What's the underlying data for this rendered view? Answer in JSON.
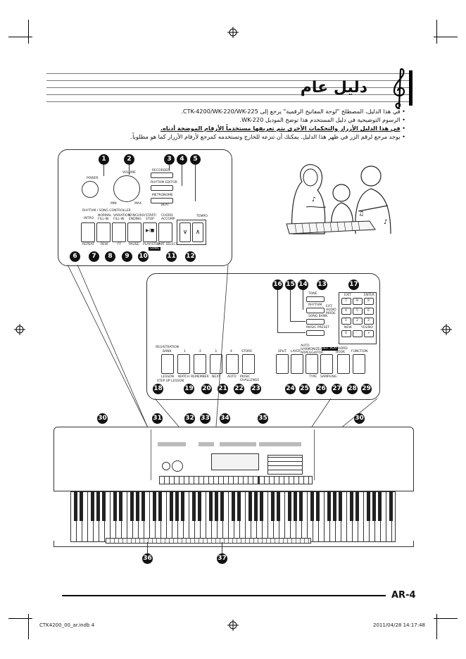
{
  "header": {
    "title": "دليل عام",
    "bullets": [
      "في هذا الدليل، المصطلح \"لوحة المفاتيح الرقمية\" يرجع إلى CTK-4200/WK-220/WK-225.",
      "الرسوم التوضيحية في دليل المستخدم هذا توضح الموديل WK-220.",
      "في هذا الدليل الأزرار والتحكمات الأخرى يتم تعريفها مستخدماً الأرقام الموضحة أدناه.",
      "يوجد مرجع لرقم الزر في ظهر هذا الدليل. يمكنك أن تنزعه للخارج وتستخدمه كمرجع لأرقام الأزرار كما هو مطلوباً."
    ]
  },
  "panel1": {
    "badges": [
      "1",
      "2",
      "3",
      "4",
      "5",
      "6",
      "7",
      "8",
      "9",
      "10",
      "11",
      "12"
    ],
    "labels": {
      "power": "POWER",
      "volume": "VOLUME",
      "min": "MIN",
      "max": "MAX",
      "record": "RECORDER",
      "rhythm_editor": "RHYTHM EDITOR",
      "metronome": "METRONOME",
      "beat": "BEAT",
      "rhythm_song": "RHYTHM / SONG CONTROLLER",
      "tempo": "TEMPO",
      "intro": "INTRO",
      "normal_fill": "NORMAL FILL-IN",
      "variation_fill": "VARIATION FILL-IN",
      "synchro_ending": "SYNCHRO/ ENDING",
      "start_stop": "START/ STOP",
      "chord_accomp": "CHORD ACCOMP",
      "repeat": "REPEAT",
      "rew": "REW",
      "ff": "FF",
      "pause": "PAUSE",
      "play_stop": "PLAY/STOP",
      "part_select": "PART SELECT",
      "song": "SONG"
    }
  },
  "panel2": {
    "badges_top": [
      "16",
      "15",
      "14",
      "13",
      "17"
    ],
    "badges_bottom": [
      "18",
      "19",
      "20",
      "21",
      "22",
      "23",
      "24",
      "25",
      "26",
      "27",
      "28",
      "29"
    ],
    "labels": {
      "tone": "TONE",
      "rhythm": "RHYTHM",
      "song_bank": "SONG BANK",
      "music_preset": "MUSIC PRESET",
      "ext_audio": "EXT. AUDIO MODE",
      "registration": "REGISTRATION",
      "bank": "BANK",
      "n1": "1",
      "n2": "2",
      "n3": "3",
      "n4": "4",
      "store": "STORE",
      "split": "SPLIT",
      "layer": "LAYER",
      "autoharmonize": "AUTO HARMONIZE/ ARPEGGIATOR",
      "sampling": "SAMPLING",
      "chord_book": "CHORD BOOK",
      "function": "FUNCTION",
      "lesson": "LESSON",
      "step_up_lesson": "STEP UP LESSON",
      "watch": "WATCH",
      "remember": "REMEMBER",
      "next": "NEXT",
      "auto": "AUTO",
      "music_challenge": "MUSIC CHALLENGE",
      "type": "TYPE",
      "rec_play": "REC PLAY",
      "keypad_labels": [
        "EXIT",
        "ENTER",
        "7",
        "8",
        "9",
        "4",
        "5",
        "6",
        "1",
        "2",
        "3",
        "0",
        "NEW",
        "YES/NO",
        "-",
        "+"
      ]
    }
  },
  "overview": {
    "badges_top": [
      "30",
      "31",
      "32",
      "33",
      "34",
      "35",
      "30"
    ],
    "badges_bottom": [
      "36",
      "37"
    ]
  },
  "footer": {
    "page_number": "AR-4",
    "slug_left": "CTK4200_00_ar.indb   4",
    "slug_right": "2011/04/28   14:17:48"
  }
}
